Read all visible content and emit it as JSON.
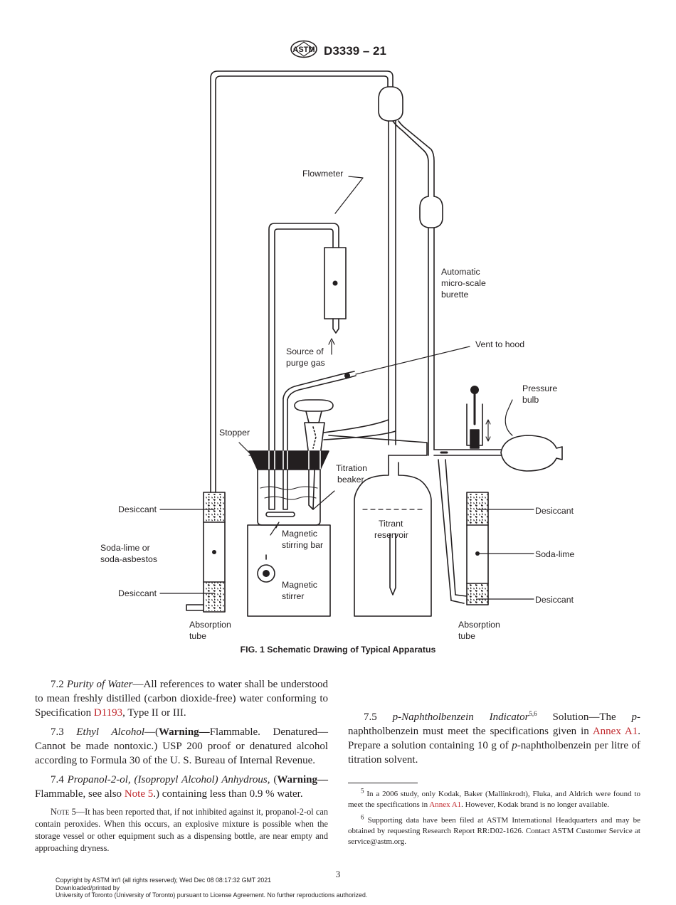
{
  "header": {
    "logo_icon": "astm-logo-icon",
    "doc_id": "D3339 – 21"
  },
  "figure": {
    "caption": "FIG. 1 Schematic Drawing of Typical Apparatus",
    "labels": {
      "flowmeter": "Flowmeter",
      "automatic": "Automatic",
      "micro_scale": "micro-scale",
      "burette": "burette",
      "source_of": "Source of",
      "purge_gas": "purge gas",
      "vent_to_hood": "Vent to hood",
      "pressure": "Pressure",
      "bulb": "bulb",
      "stopper": "Stopper",
      "titration": "Titration",
      "beaker": "beaker",
      "desiccant_left_top": "Desiccant",
      "soda_lime_or": "Soda-lime or",
      "soda_asbestos": "soda-asbestos",
      "desiccant_left_bottom": "Desiccant",
      "magnetic_bar_1": "Magnetic",
      "stirring_bar": "stirring bar",
      "magnetic_stirrer_1": "Magnetic",
      "stirrer": "stirrer",
      "titrant": "Titrant",
      "reservoir": "reservoir",
      "desiccant_right_top": "Desiccant",
      "soda_lime": "Soda-lime",
      "desiccant_right_bottom": "Desiccant",
      "absorption_left_1": "Absorption",
      "tube_left": "tube",
      "absorption_right_1": "Absorption",
      "tube_right": "tube"
    }
  },
  "body": {
    "p72_num": "7.2",
    "p72_title": "Purity of Water",
    "p72_text_a": "—All references to water shall be understood to mean freshly distilled (carbon dioxide-free) water conforming to Specification ",
    "p72_link": "D1193",
    "p72_text_b": ", Type II or III.",
    "p73_num": "7.3",
    "p73_title": "Ethyl Alcohol",
    "p73_text_a": "—(",
    "p73_warning": "Warning—",
    "p73_text_b": "Flammable. Denatured—Cannot be made nontoxic.) USP 200 proof or denatured alcohol according to Formula 30 of the U. S. Bureau of Internal Revenue.",
    "p74_num": "7.4",
    "p74_title": "Propanol-2-ol, (Isopropyl Alcohol) Anhydrous,",
    "p74_text_a": " (",
    "p74_warning": "Warning—",
    "p74_text_b": "Flammable, see also ",
    "p74_link": "Note 5",
    "p74_text_c": ".) containing less than 0.9 % water.",
    "note5_label": "Note 5",
    "note5_text": "—It has been reported that, if not inhibited against it, propanol-2-ol can contain peroxides. When this occurs, an explosive mixture is possible when the storage vessel or other equipment such as a dispensing bottle, are near empty and approaching dryness.",
    "p75_num": "7.5",
    "p75_title_a": "p-Naphtholbenzein Indicator",
    "p75_sup": "5,6",
    "p75_text_a": " Solution—The ",
    "p75_italic_p": "p",
    "p75_text_b": "-naphtholbenzein must meet the specifications given in ",
    "p75_link": "Annex A1",
    "p75_text_c": ". Prepare a solution containing 10 g of ",
    "p75_italic_p2": "p",
    "p75_text_d": "-naphtholbenzein per litre of titration solvent.",
    "fn5_sup": "5",
    "fn5_text_a": " In a 2006 study, only Kodak, Baker (Mallinkrodt), Fluka, and Aldrich were found to meet the specifications in ",
    "fn5_link": "Annex A1",
    "fn5_text_b": ". However, Kodak brand is no longer available.",
    "fn6_sup": "6",
    "fn6_text": " Supporting data have been filed at ASTM International Headquarters and may be obtained by requesting Research Report RR:D02-1626. Contact ASTM Customer Service at service@astm.org."
  },
  "page_number": "3",
  "footer": {
    "line1": "Copyright by ASTM Int'l (all rights reserved); Wed Dec 08 08:17:32 GMT 2021",
    "line2": "Downloaded/printed by",
    "line3": "University of Toronto (University of Toronto) pursuant to License Agreement. No further reproductions authorized."
  }
}
